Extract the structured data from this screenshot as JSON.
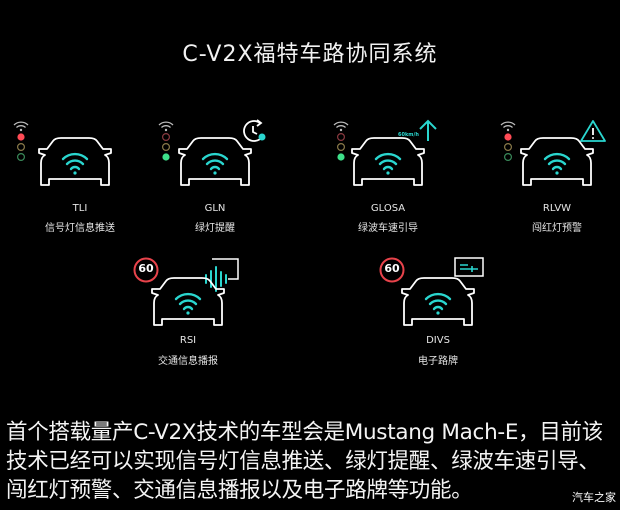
{
  "title": "C-V2X福特车路协同系统",
  "colors": {
    "background": "#000000",
    "accent_cyan": "#2ad6cf",
    "signal_red": "#ff4b55",
    "signal_amber_outline": "#8a7a4a",
    "signal_green": "#3ee08a",
    "speed_sign_red": "#e8434b",
    "car_outline": "#ffffff"
  },
  "features": [
    {
      "code": "TLI",
      "name": "信号灯信息推送",
      "active_light": "red",
      "extra_icon": "none"
    },
    {
      "code": "GLN",
      "name": "绿灯提醒",
      "active_light": "green",
      "extra_icon": "clock-refresh-icon"
    },
    {
      "code": "GLOSA",
      "name": "绿波车速引导",
      "active_light": "green",
      "extra_icon": "speed-arrow-up-icon",
      "speed_label": "60km/h"
    },
    {
      "code": "RLVW",
      "name": "闯红灯预警",
      "active_light": "red",
      "extra_icon": "warning-triangle-icon"
    },
    {
      "code": "RSI",
      "name": "交通信息播报",
      "speed_limit": "60",
      "extra_icon": "broadcast-wave-icon"
    },
    {
      "code": "DIVS",
      "name": "电子路牌",
      "speed_limit": "60",
      "extra_icon": "road-sign-icon"
    }
  ],
  "caption": "首个搭载量产C-V2X技术的车型会是Mustang Mach-E，目前该技术已经可以实现信号灯信息推送、绿灯提醒、绿波车速引导、闯红灯预警、交通信息播报以及电子路牌等功能。",
  "watermark": "汽车之家"
}
